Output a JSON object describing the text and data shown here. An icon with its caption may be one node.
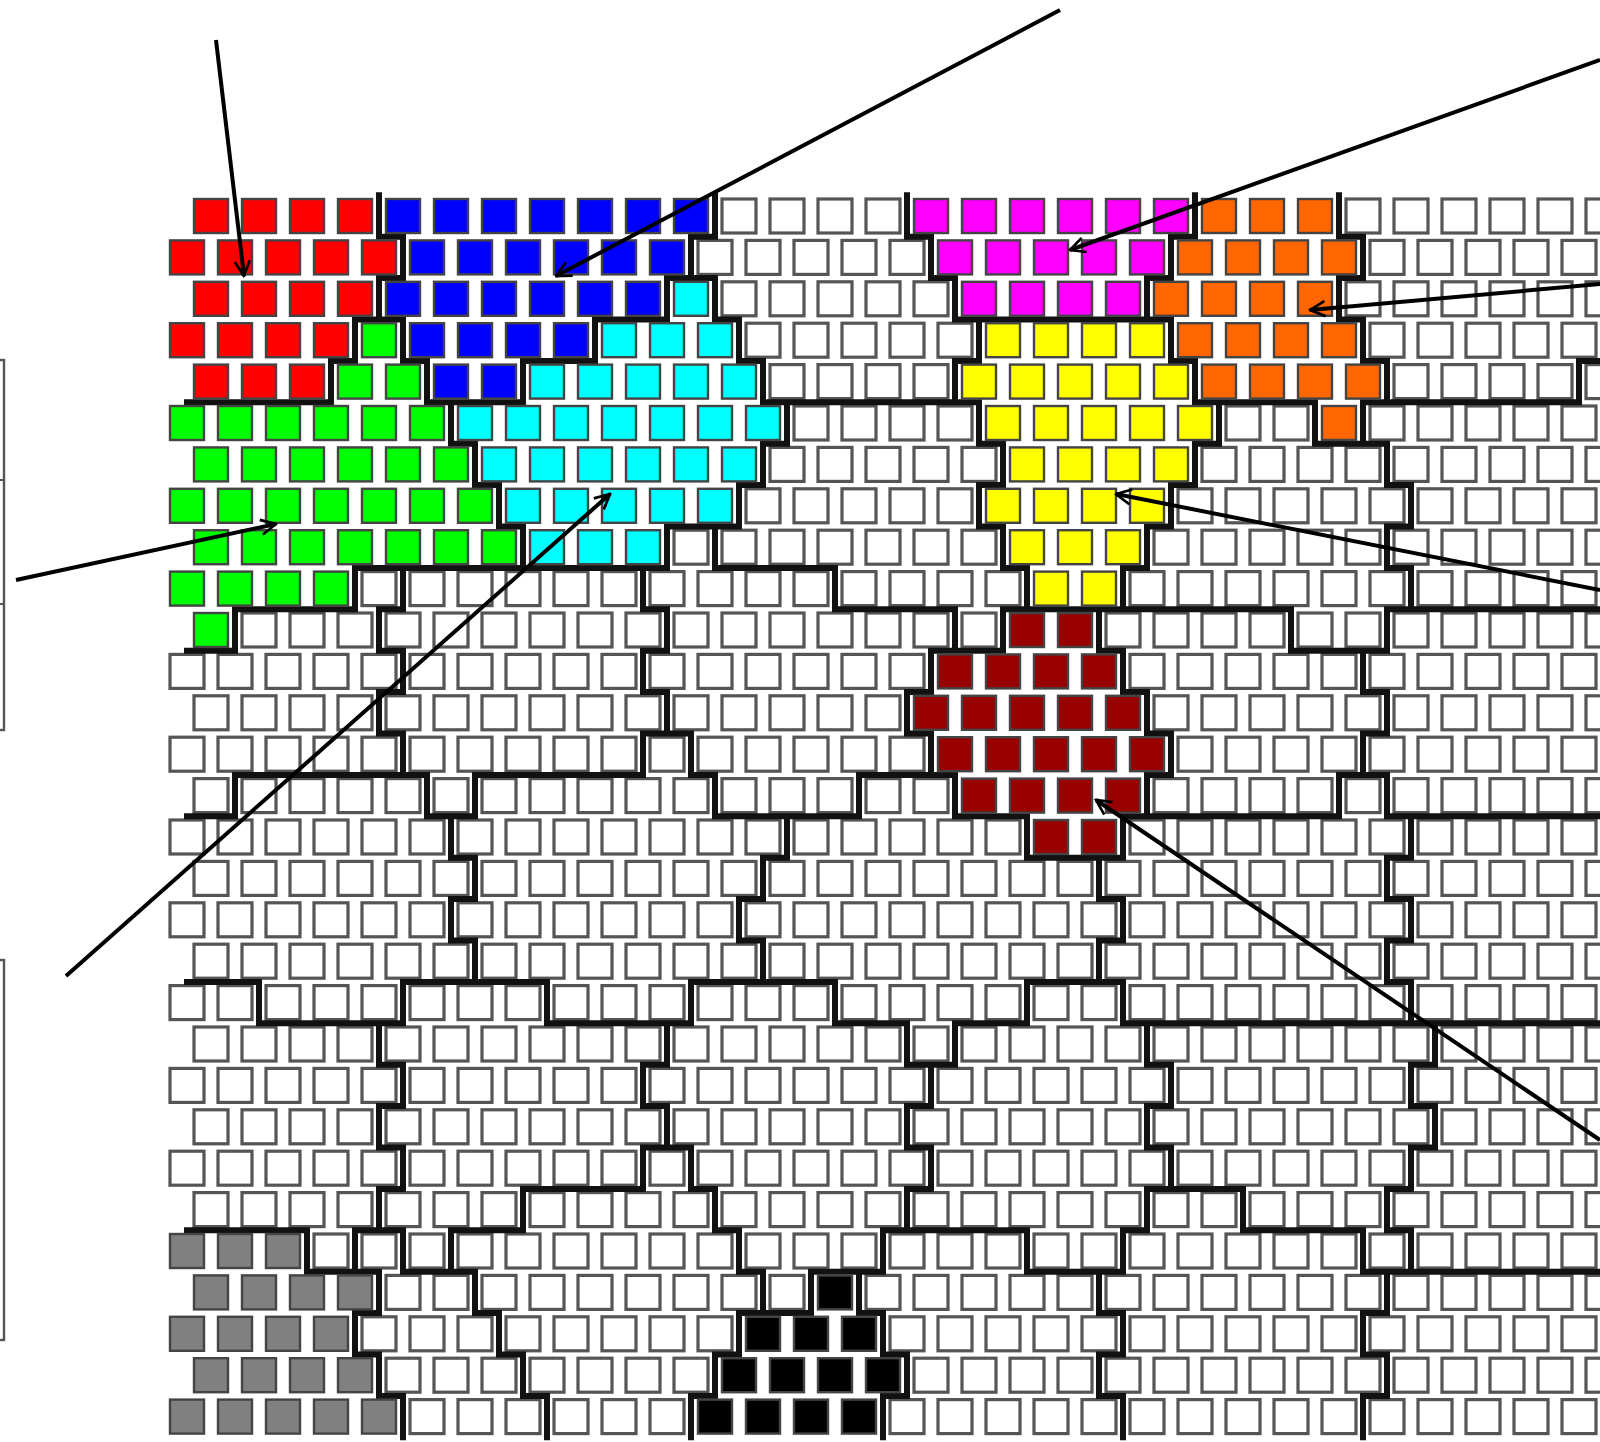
{
  "diagram": {
    "nodes": [
      {
        "text": [],
        "shape": "cluster"
      },
      {
        "text": [],
        "shape": "cluster"
      },
      {
        "text": [],
        "shape": "cluster"
      },
      {
        "text": [],
        "shape": "cluster"
      },
      {
        "text": [],
        "shape": "cluster"
      },
      {
        "text": [],
        "shape": "cluster"
      },
      {
        "text": [],
        "shape": "cluster"
      },
      {
        "text": [],
        "shape": "cluster"
      },
      {
        "text": [],
        "shape": "cluster"
      },
      {
        "text": [],
        "shape": "cluster"
      }
    ],
    "edges": [
      {
        "from": null,
        "to": 0,
        "arrow": "to"
      },
      {
        "from": null,
        "to": 1,
        "arrow": "to"
      },
      {
        "from": null,
        "to": 2,
        "arrow": "to"
      },
      {
        "from": null,
        "to": 3,
        "arrow": "to"
      },
      {
        "from": null,
        "to": 4,
        "arrow": "to"
      },
      {
        "from": null,
        "to": 5,
        "arrow": "to"
      },
      {
        "from": null,
        "to": 6,
        "arrow": "to"
      },
      {
        "from": null,
        "to": 7,
        "arrow": "to"
      }
    ]
  }
}
